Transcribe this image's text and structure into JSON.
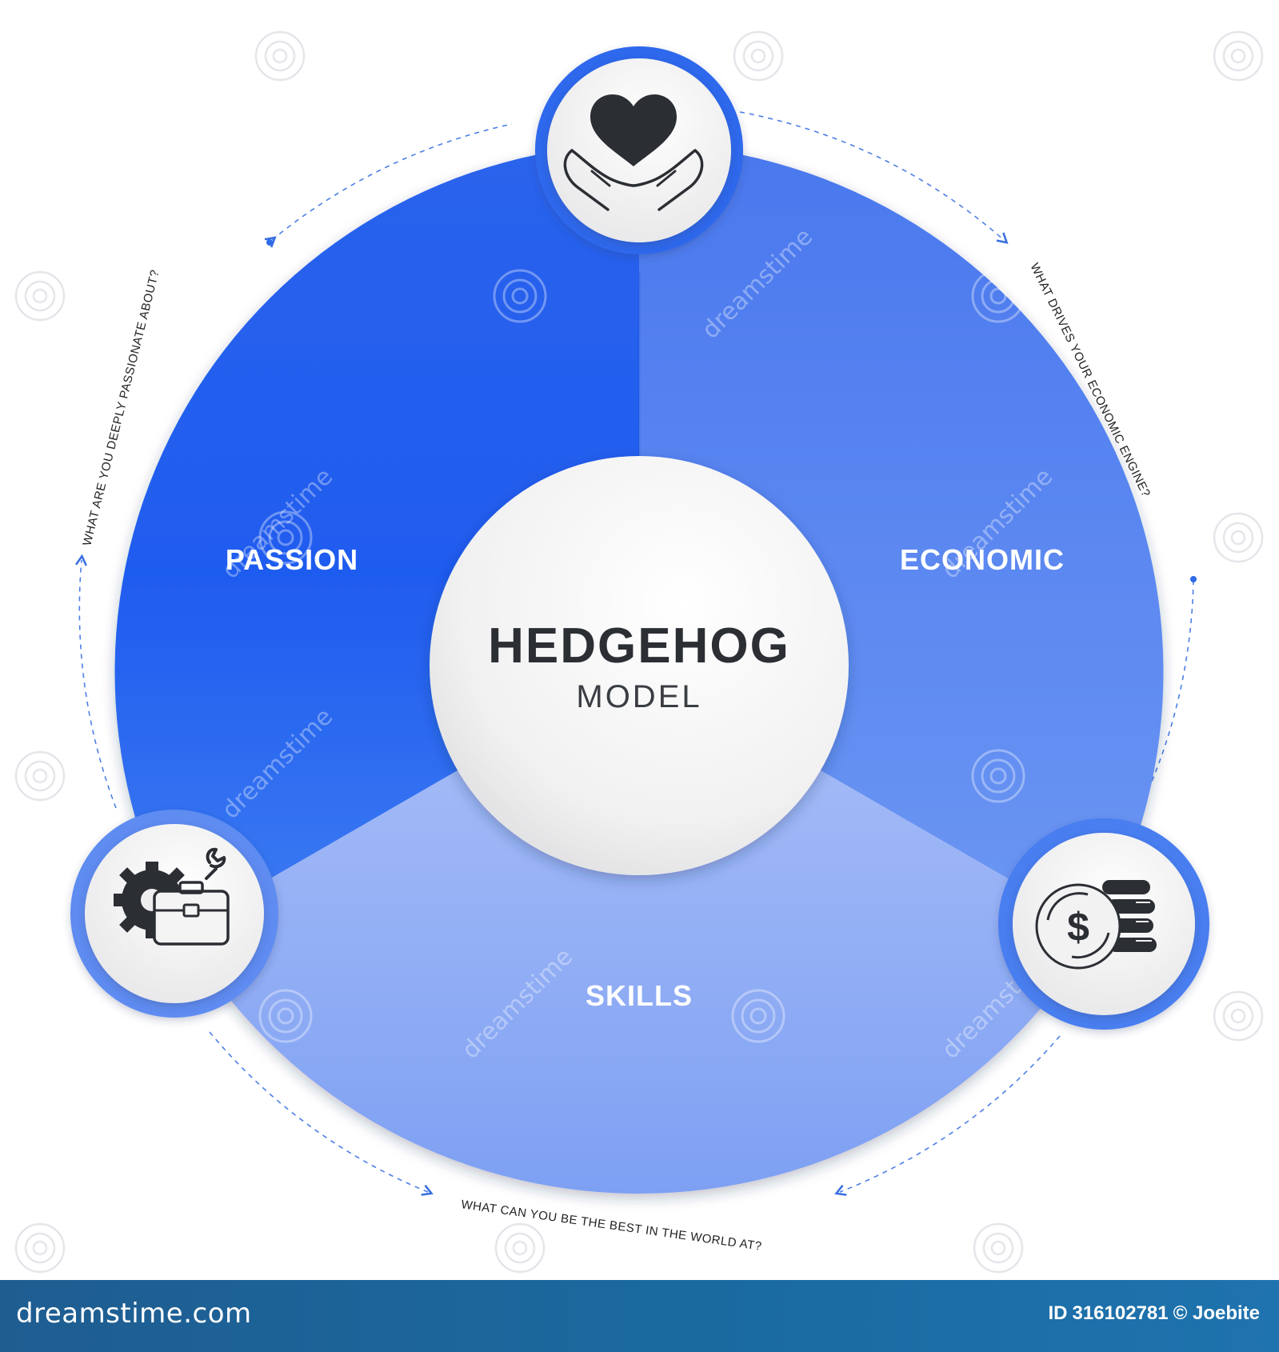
{
  "diagram": {
    "title": "HEDGEHOG",
    "subtitle": "MODEL",
    "segments": [
      {
        "label": "PASSION",
        "icon": "heart-in-hands-icon",
        "color": "#2e68ee"
      },
      {
        "label": "ECONOMIC",
        "icon": "dollar-coins-icon",
        "color": "#5585f1"
      },
      {
        "label": "SKILLS",
        "icon": "gear-wrench-briefcase-icon",
        "color": "#96b1f5"
      }
    ],
    "questions": {
      "passion": "WHAT ARE YOU DEEPLY PASSIONATE ABOUT?",
      "economic": "WHAT DRIVES YOUR ECONOMIC ENGINE?",
      "skills": "WHAT CAN YOU BE THE BEST IN THE WORLD AT?"
    }
  },
  "watermark": "dreamstime",
  "footer": {
    "logo": "dreamstime.com",
    "id_label": "ID",
    "id": "316102781",
    "credit": "© Joebite"
  }
}
